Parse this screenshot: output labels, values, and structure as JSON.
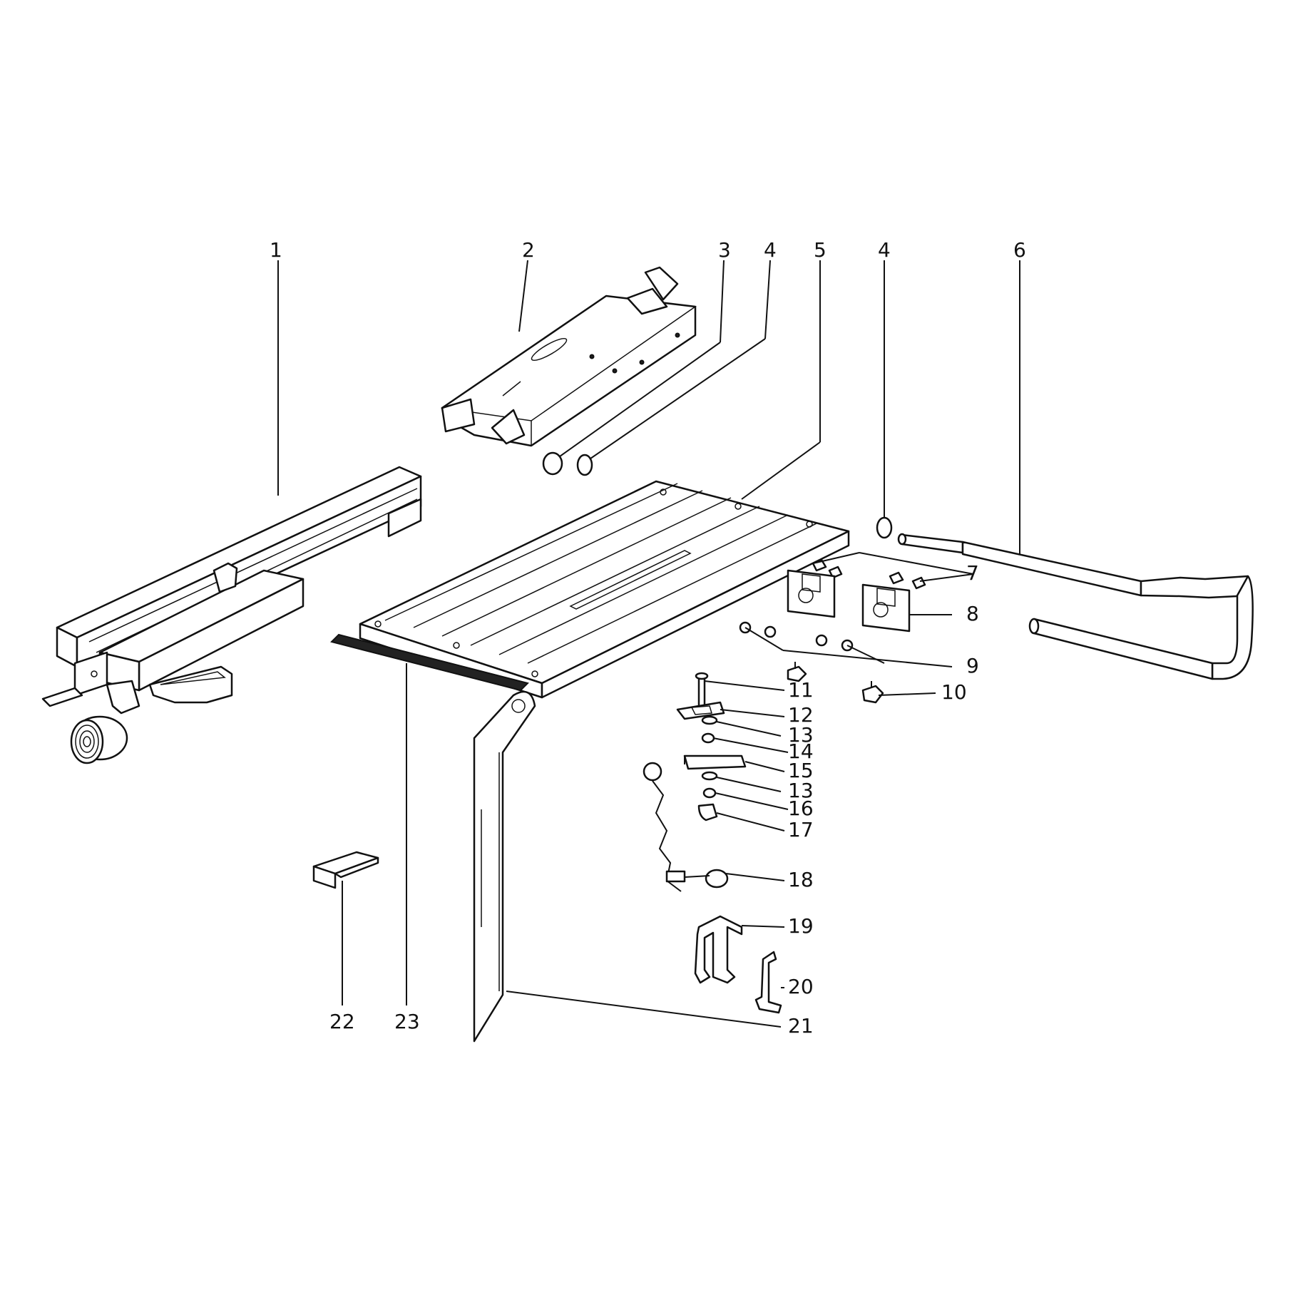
{
  "labels": {
    "l1": "1",
    "l2": "2",
    "l3": "3",
    "l4a": "4",
    "l5": "5",
    "l4b": "4",
    "l6": "6",
    "l7": "7",
    "l8": "8",
    "l9": "9",
    "l10": "10",
    "l11": "11",
    "l12": "12",
    "l13a": "13",
    "l14": "14",
    "l15": "15",
    "l13b": "13",
    "l16": "16",
    "l17": "17",
    "l18": "18",
    "l19": "19",
    "l20": "20",
    "l21": "21",
    "l22": "22",
    "l23": "23"
  }
}
